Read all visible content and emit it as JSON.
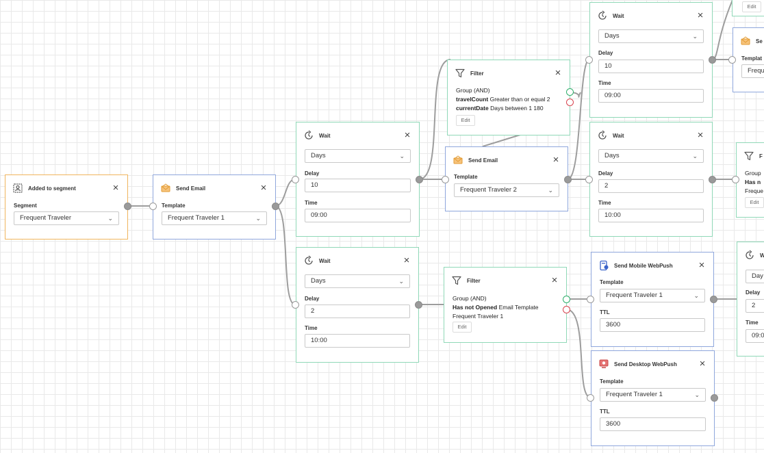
{
  "labels": {
    "segment": "Segment",
    "template": "Template",
    "delay": "Delay",
    "time": "Time",
    "ttl": "TTL",
    "edit": "Edit",
    "close": "×",
    "chevron": "⌄"
  },
  "colors": {
    "wait": "#8fd8b7",
    "trigger": "#f0b45c",
    "email": "#8ea6dc",
    "grid": "#e9e9e9",
    "yes_port": "#2eae6a",
    "no_port": "#d8434e"
  },
  "nodes": {
    "segment": {
      "title": "Added to segment",
      "value": "Frequent Traveler",
      "icon": "user-segment-icon"
    },
    "email1": {
      "title": "Send Email",
      "value": "Frequent Traveler 1",
      "icon": "envelope-icon"
    },
    "wait1": {
      "title": "Wait",
      "unit": "Days",
      "delay": "10",
      "time": "09:00",
      "icon": "clock-icon"
    },
    "wait2": {
      "title": "Wait",
      "unit": "Days",
      "delay": "2",
      "time": "10:00",
      "icon": "clock-icon"
    },
    "filter1": {
      "title": "Filter",
      "group": "Group (AND)",
      "c1_key": "travelCount",
      "c1_rest": "Greater than or equal 2",
      "c2_key": "currentDate",
      "c2_rest": "Days between 1 180",
      "icon": "filter-icon"
    },
    "email2": {
      "title": "Send Email",
      "value": "Frequent Traveler 2",
      "icon": "envelope-icon"
    },
    "filter2": {
      "title": "Filter",
      "group": "Group (AND)",
      "c1_key": "Has not Opened",
      "c1_rest": "Email Template",
      "c1_line2": "Frequent Traveler 1",
      "icon": "filter-icon"
    },
    "wait3": {
      "title": "Wait",
      "unit": "Days",
      "delay": "10",
      "time": "09:00",
      "icon": "clock-icon"
    },
    "wait4": {
      "title": "Wait",
      "unit": "Days",
      "delay": "2",
      "time": "10:00",
      "icon": "clock-icon"
    },
    "mobile": {
      "title": "Send Mobile WebPush",
      "value": "Frequent Traveler 1",
      "ttl": "3600",
      "icon": "mobile-push-icon"
    },
    "desktop": {
      "title": "Send Desktop WebPush",
      "value": "Frequent Traveler 1",
      "ttl": "3600",
      "icon": "desktop-push-icon"
    },
    "edge_top": {
      "edit": "Edit"
    },
    "edge_email": {
      "title": "Se",
      "template": "Templat",
      "value": "Frequ"
    },
    "edge_filter": {
      "title": "F",
      "line1": "Group",
      "line2": "Has n",
      "line3": "Freque",
      "edit": "Edit"
    },
    "edge_wait": {
      "title": "W",
      "value": "Day",
      "delay": "Delay",
      "delay_val": "2",
      "time": "Time",
      "time_val": "09:0"
    }
  }
}
